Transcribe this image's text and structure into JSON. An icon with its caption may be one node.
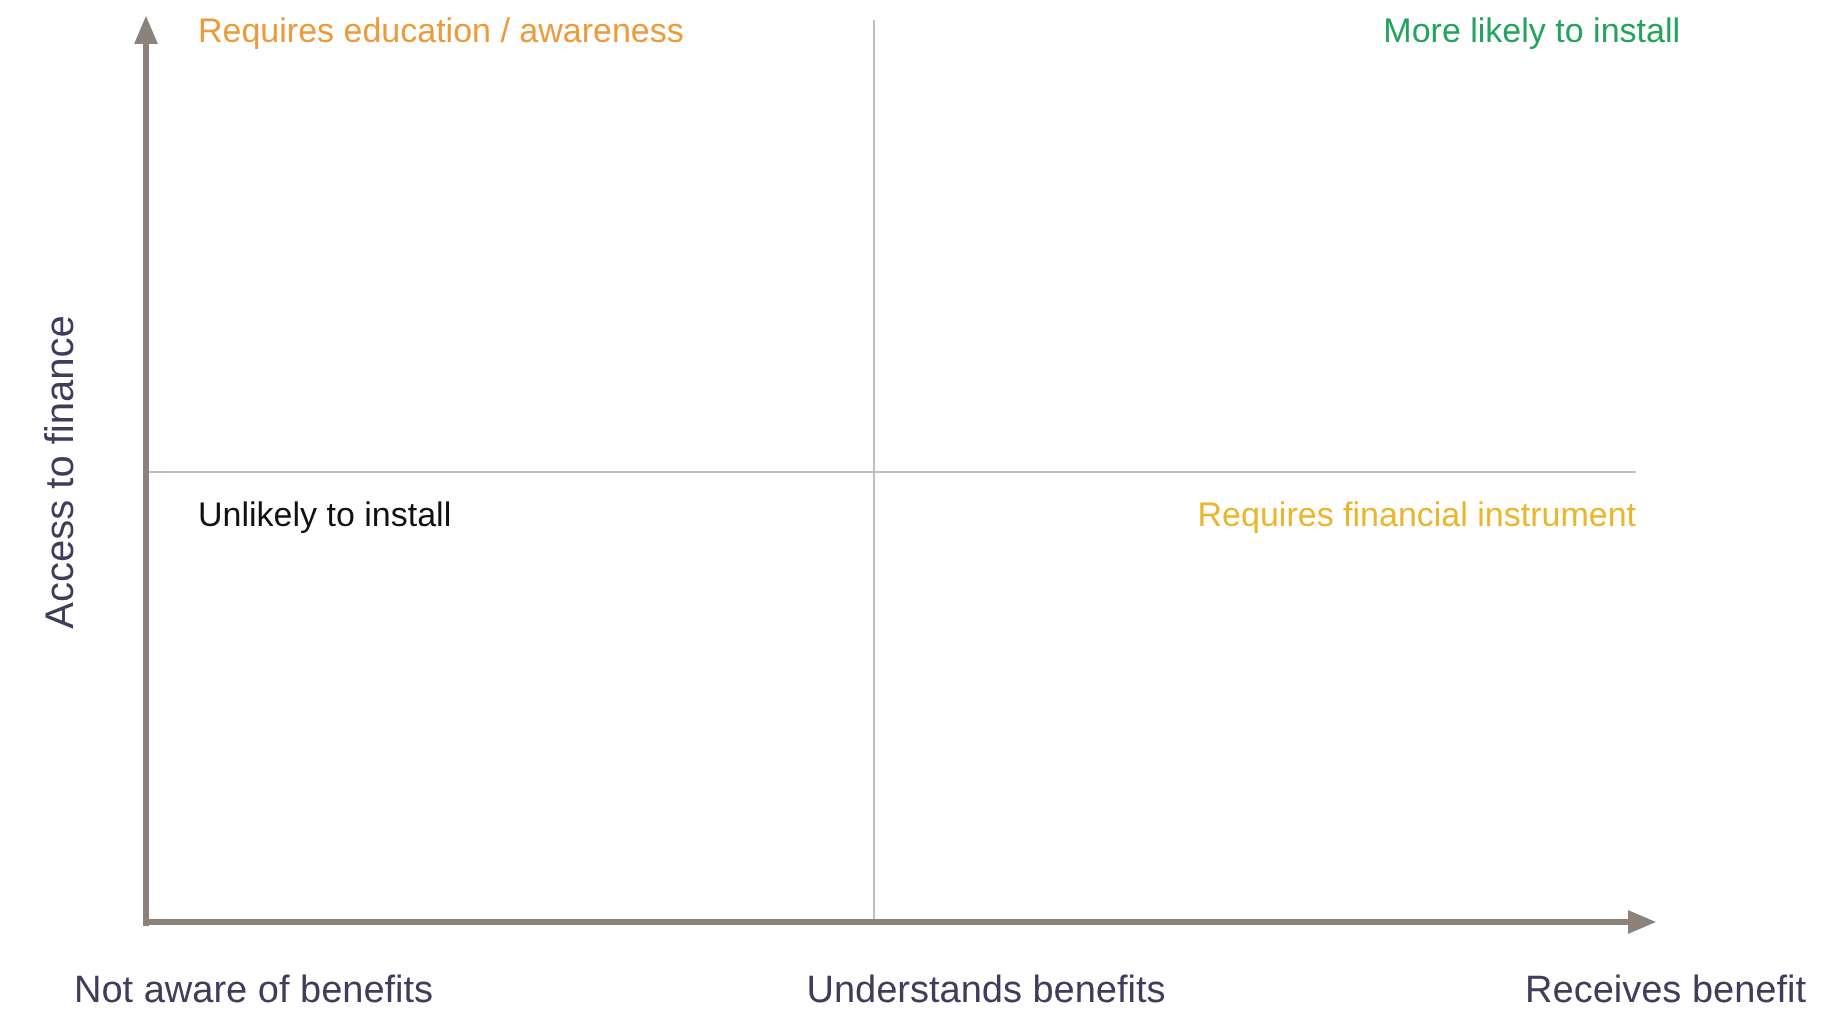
{
  "diagram": {
    "labels": [
      "Requires education / awareness",
      "More likely to install",
      "Access to finance",
      "Unlikely to install",
      "Requires financial instrument",
      "Not aware of benefits",
      "Understands benefits",
      "Receives benefit"
    ]
  }
}
